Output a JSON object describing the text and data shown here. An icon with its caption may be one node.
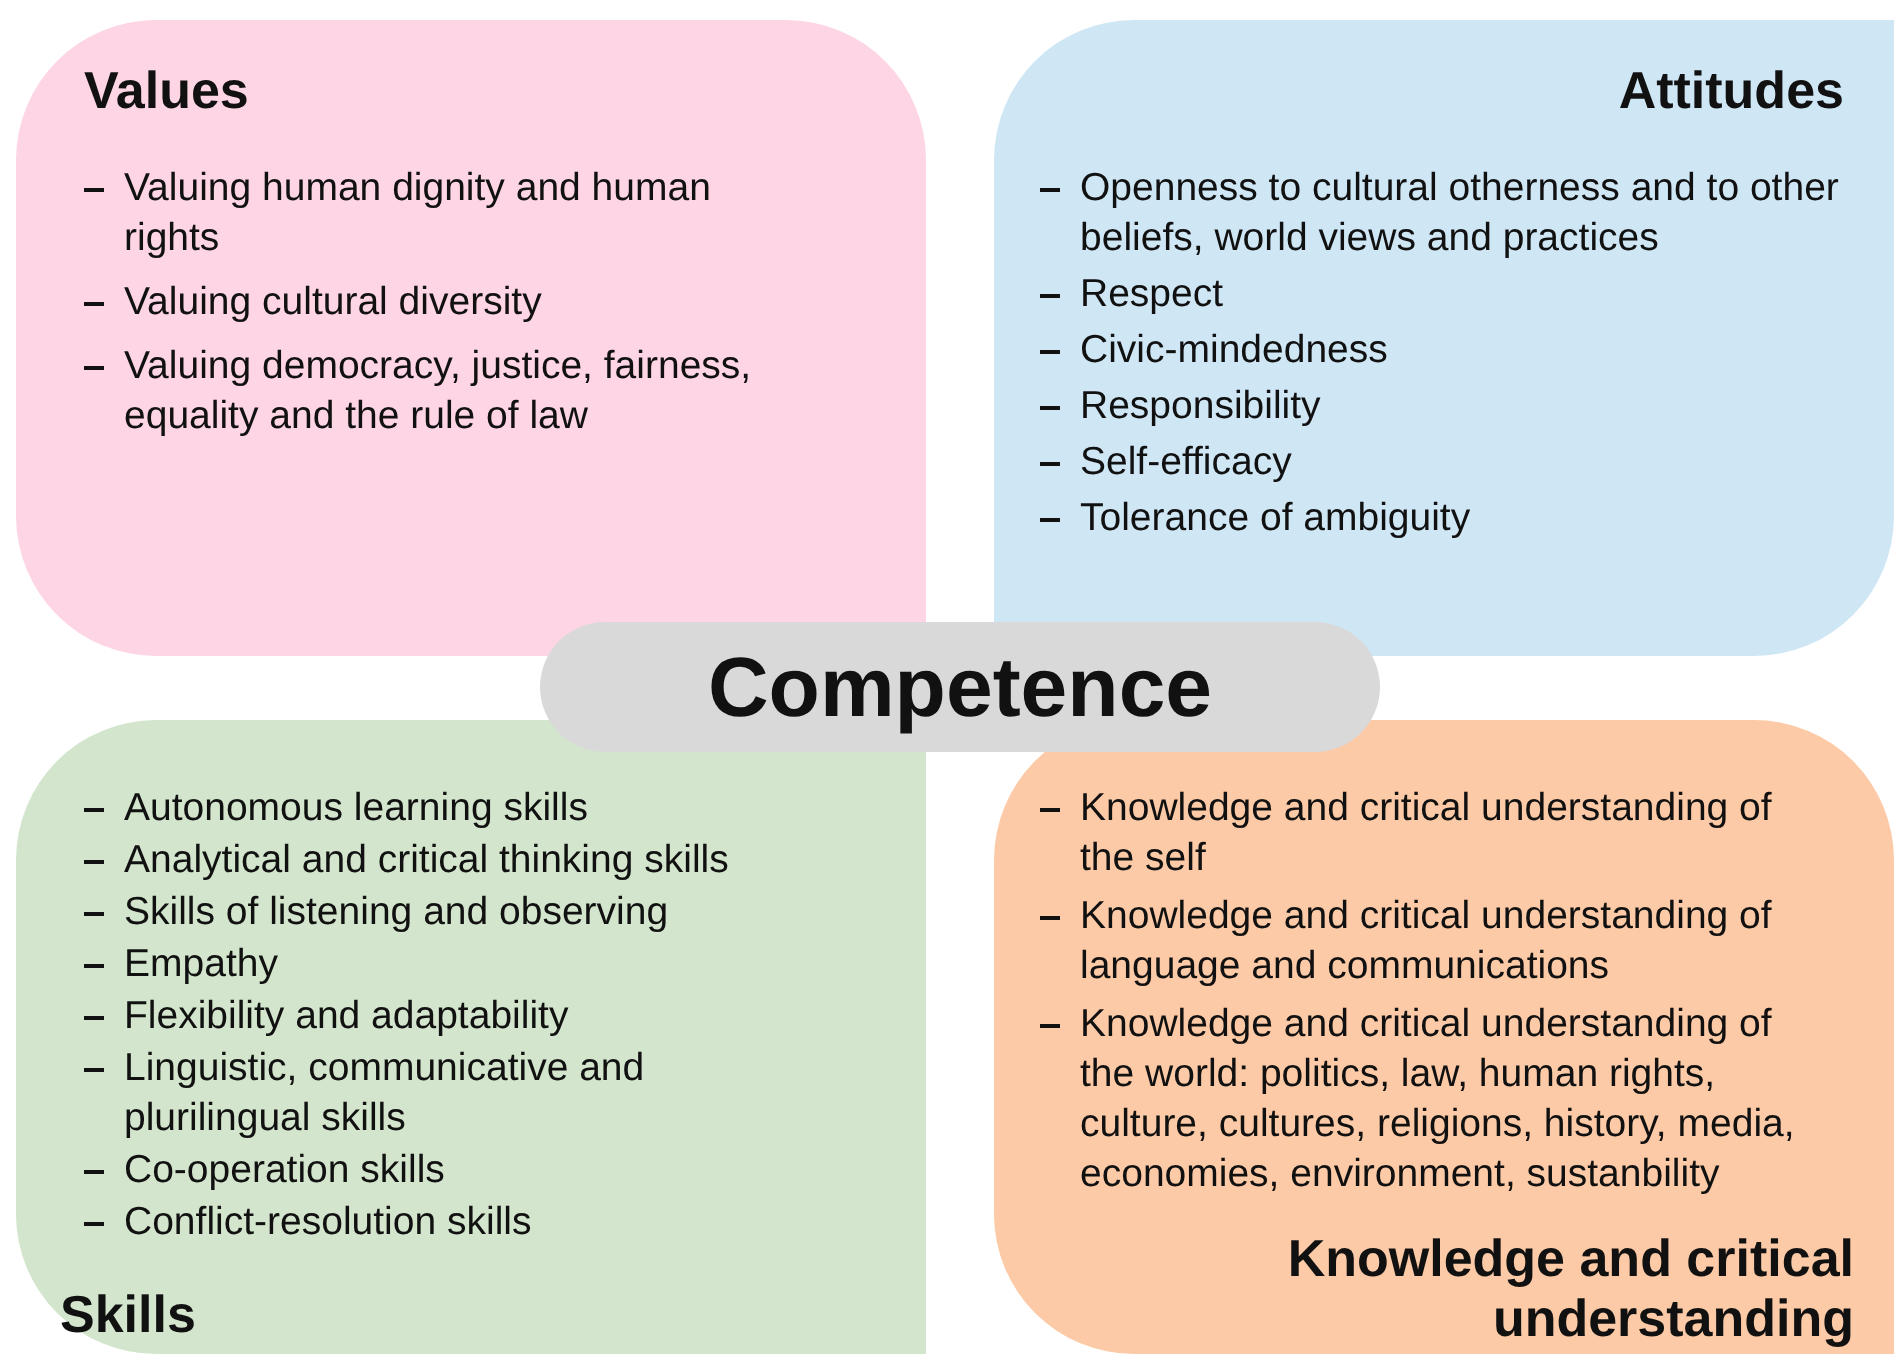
{
  "diagram": {
    "nodes": [
      {
        "text": [
          "Values",
          "Valuing human dignity and human rights",
          "Valuing cultural diversity",
          "Valuing democracy, justice, fairness, equality and the rule of law"
        ]
      },
      {
        "text": [
          "Attitudes",
          "Openness to cultural otherness and to other beliefs, world views and practices",
          "Respect",
          "Civic-mindedness",
          "Responsibility",
          "Self-efficacy",
          "Tolerance of ambiguity"
        ]
      },
      {
        "text": [
          "Autonomous learning skills",
          "Analytical and critical thinking skills",
          "Skills of listening and observing",
          "Empathy",
          "Flexibility and adaptability",
          "Linguistic, communicative and plurilingual skills",
          "Co-operation skills",
          "Conflict-resolution skills",
          "Skills"
        ]
      },
      {
        "text": [
          "Knowledge and critical understanding of the self",
          "Knowledge and critical understanding of language and communications",
          "Knowledge and critical understanding of the world: politics, law, human rights, culture, cultures, religions, history, media, economies, environment, sustanbility",
          "Knowledge and critical understanding"
        ]
      },
      {
        "text": [
          "Competence"
        ]
      }
    ],
    "edges": []
  }
}
